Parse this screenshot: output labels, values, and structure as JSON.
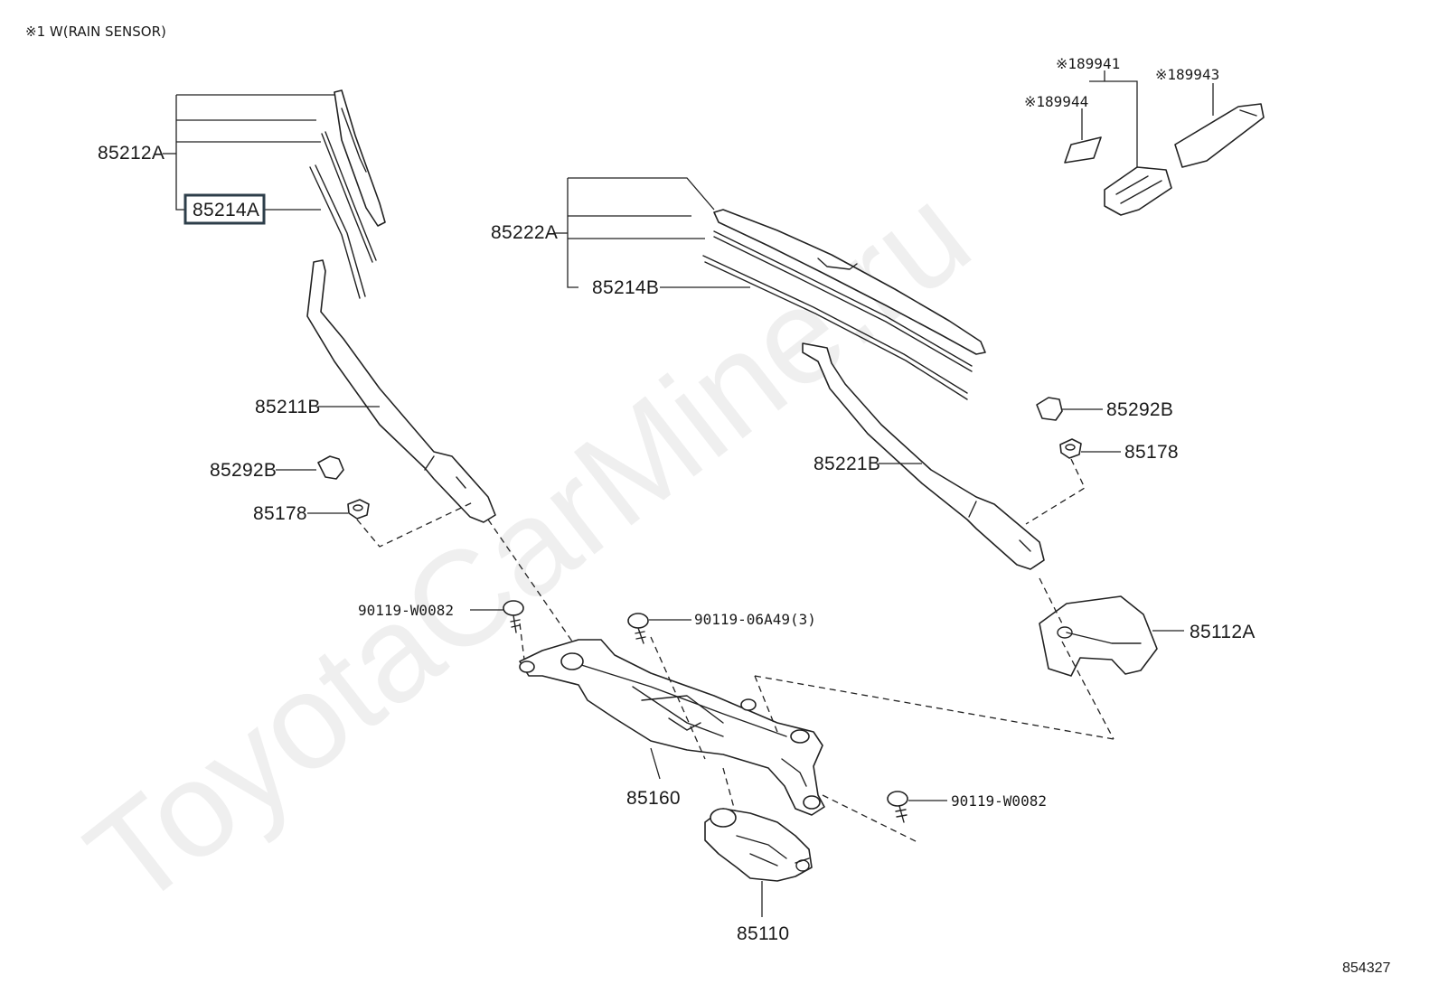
{
  "note": "※1 W(RAIN SENSOR)",
  "diagram_code": "854327",
  "watermark": "ToyotaCarMine.ru",
  "labels": {
    "p85212A": "85212A",
    "p85214A": "85214A",
    "p85211B": "85211B",
    "p85292B_l": "85292B",
    "p85178_l": "85178",
    "p90119W0082_a": "90119-W0082",
    "p90119_06A49": "90119-06A49(3)",
    "p85160": "85160",
    "p85110": "85110",
    "p90119W0082_b": "90119-W0082",
    "p85222A": "85222A",
    "p85214B": "85214B",
    "p85221B": "85221B",
    "p85292B_r": "85292B",
    "p85178_r": "85178",
    "p85112A": "85112A",
    "p89941": "※189941",
    "p89944": "※189944",
    "p89943": "※189943"
  },
  "highlighted_part": "85214A"
}
